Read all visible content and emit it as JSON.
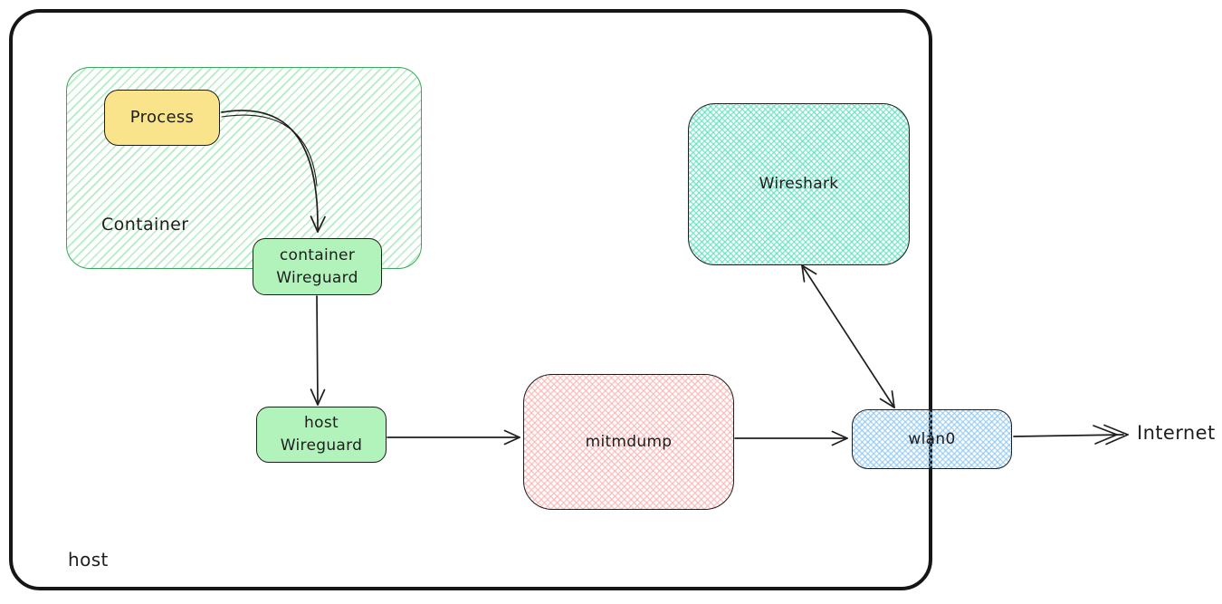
{
  "boundaries": {
    "host": {
      "label": "host",
      "border_color": "#161616"
    },
    "container": {
      "label": "Container",
      "border_color": "#3aa55c",
      "fill": "#b2f2bb",
      "fill_style": "hachure"
    }
  },
  "nodes": {
    "process": {
      "label": "Process",
      "fill": "#f9e48b",
      "fill_style": "solid"
    },
    "container_wireguard": {
      "label": "container Wireguard",
      "fill": "#b2f2bb",
      "fill_style": "solid"
    },
    "host_wireguard": {
      "label": "host Wireguard",
      "fill": "#b2f2bb",
      "fill_style": "solid"
    },
    "mitmdump": {
      "label": "mitmdump",
      "fill": "#ffc9c9",
      "fill_style": "cross-hatch"
    },
    "wireshark": {
      "label": "Wireshark",
      "fill": "#96f2d7",
      "fill_style": "cross-hatch"
    },
    "wlan0": {
      "label": "wlan0",
      "fill": "#a5d8ff",
      "fill_style": "cross-hatch"
    }
  },
  "external_labels": {
    "internet": "Internet"
  },
  "edges": [
    {
      "from": "process",
      "to": "container_wireguard",
      "type": "arrow",
      "shape": "curved"
    },
    {
      "from": "container_wireguard",
      "to": "host_wireguard",
      "type": "arrow",
      "shape": "straight"
    },
    {
      "from": "host_wireguard",
      "to": "mitmdump",
      "type": "arrow",
      "shape": "straight"
    },
    {
      "from": "mitmdump",
      "to": "wlan0",
      "type": "arrow",
      "shape": "straight"
    },
    {
      "from": "wlan0",
      "to": "internet",
      "type": "arrow",
      "shape": "straight-double-chevron"
    },
    {
      "from": "wlan0",
      "to": "wireshark",
      "type": "double-arrow",
      "shape": "straight"
    }
  ],
  "colors": {
    "stroke": "#1e1e1e",
    "background": "#ffffff"
  }
}
